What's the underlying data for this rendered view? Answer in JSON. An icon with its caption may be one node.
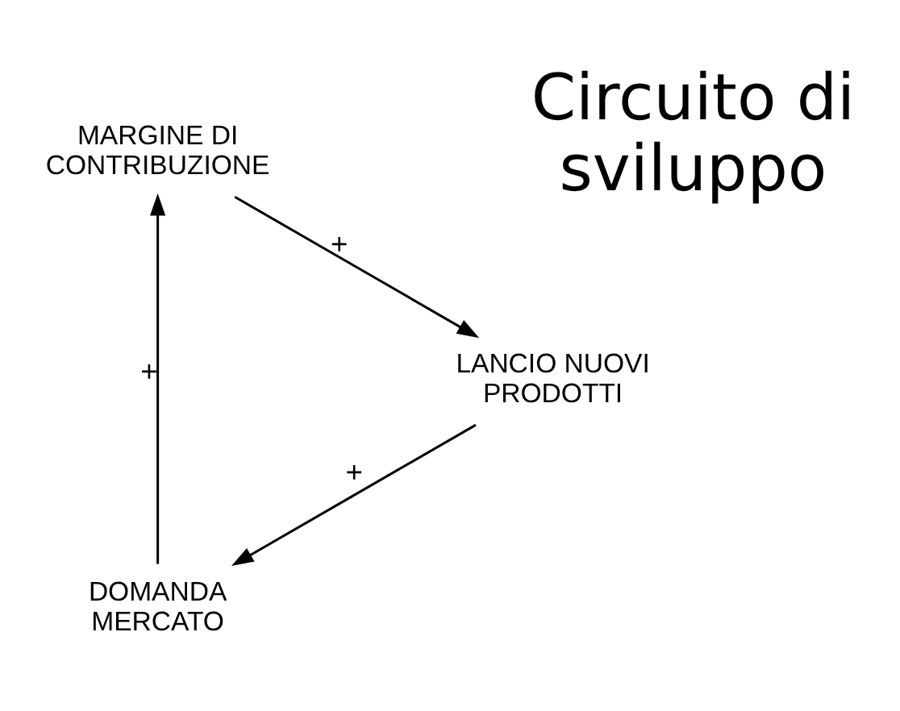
{
  "diagram": {
    "nodes": [
      {
        "text": [
          "DOMANDA MERCATO"
        ]
      },
      {
        "text": [
          "MARGINE DI CONTRIBUZIONE"
        ]
      },
      {
        "text": [
          "LANCIO NUOVI PRODOTTI"
        ]
      }
    ],
    "edges": [
      {
        "from": 0,
        "to": 1,
        "arrow": "to",
        "label": "+"
      },
      {
        "from": 1,
        "to": 2,
        "arrow": "to",
        "label": "+"
      },
      {
        "from": 2,
        "to": 0,
        "arrow": "to",
        "label": "+"
      }
    ],
    "labels": [
      "Circuito di sviluppo"
    ]
  }
}
